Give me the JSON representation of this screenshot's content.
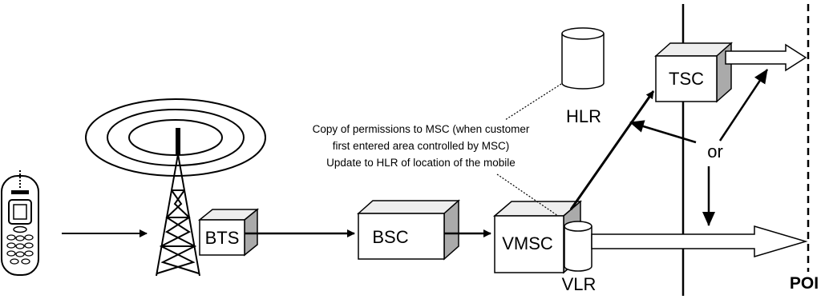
{
  "nodes": {
    "bts": "BTS",
    "bsc": "BSC",
    "vmsc": "VMSC",
    "vlr": "VLR",
    "hlr": "HLR",
    "tsc": "TSC",
    "poi": "POI"
  },
  "annotation": {
    "line1": "Copy of permissions to MSC (when customer",
    "line2": "first entered area controlled by MSC)",
    "line3": "Update to HLR of location of the mobile"
  },
  "alternative_label": "or",
  "icons": {
    "handset": "mobile-phone-icon",
    "antenna": "radio-tower-icon",
    "database": "database-cylinder-icon"
  },
  "colors": {
    "stroke": "#000000",
    "box_front": "#ffffff",
    "box_top": "#eeeeee",
    "box_side": "#aaaaaa"
  }
}
